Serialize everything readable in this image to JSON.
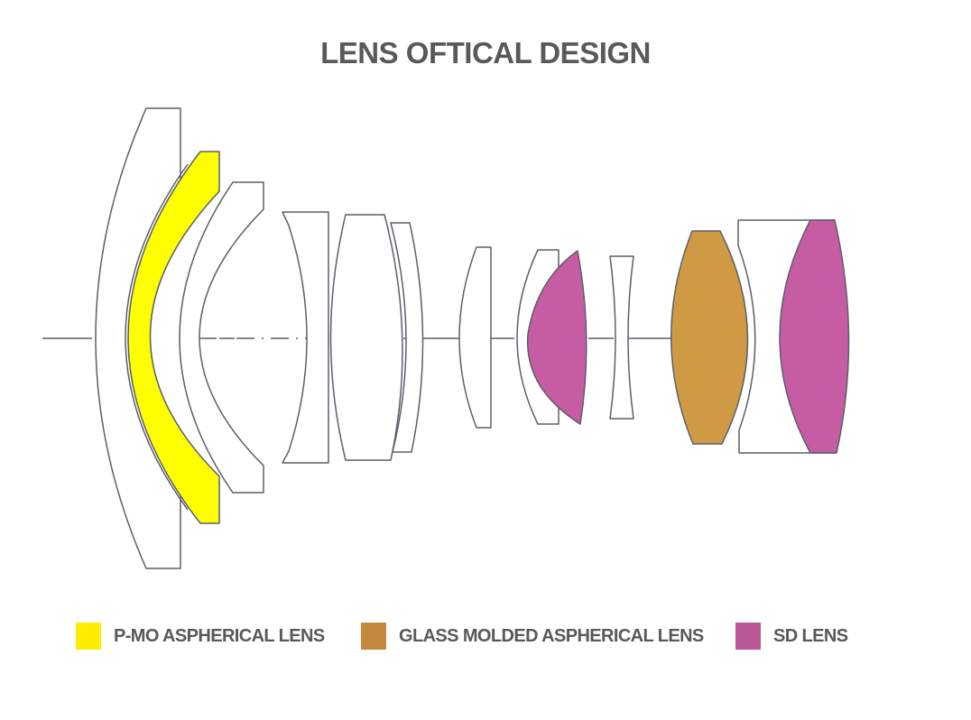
{
  "title": "LENS OFTICAL DESIGN",
  "colors": {
    "p_mo": "#ffff00",
    "glass_molded": "#d09a44",
    "sd": "#c65ca4",
    "outline": "#5a6068",
    "text": "#58595b",
    "legend_p_mo": "#ffed00",
    "legend_glass_molded": "#c4873e",
    "legend_sd": "#b85896"
  },
  "legend": [
    {
      "key": "p_mo",
      "label": "P-MO ASPHERICAL LENS"
    },
    {
      "key": "glass_molded",
      "label": "GLASS MOLDED ASPHERICAL LENS"
    },
    {
      "key": "sd",
      "label": "SD LENS"
    }
  ],
  "elements": [
    {
      "id": 1,
      "type": "plain"
    },
    {
      "id": 2,
      "type": "p_mo"
    },
    {
      "id": 3,
      "type": "plain"
    },
    {
      "id": 4,
      "type": "plain"
    },
    {
      "id": 5,
      "type": "plain"
    },
    {
      "id": 6,
      "type": "plain"
    },
    {
      "id": 7,
      "type": "plain"
    },
    {
      "id": 8,
      "type": "plain"
    },
    {
      "id": 9,
      "type": "sd"
    },
    {
      "id": 10,
      "type": "plain"
    },
    {
      "id": 11,
      "type": "glass_molded"
    },
    {
      "id": 12,
      "type": "plain"
    },
    {
      "id": 13,
      "type": "sd"
    }
  ]
}
